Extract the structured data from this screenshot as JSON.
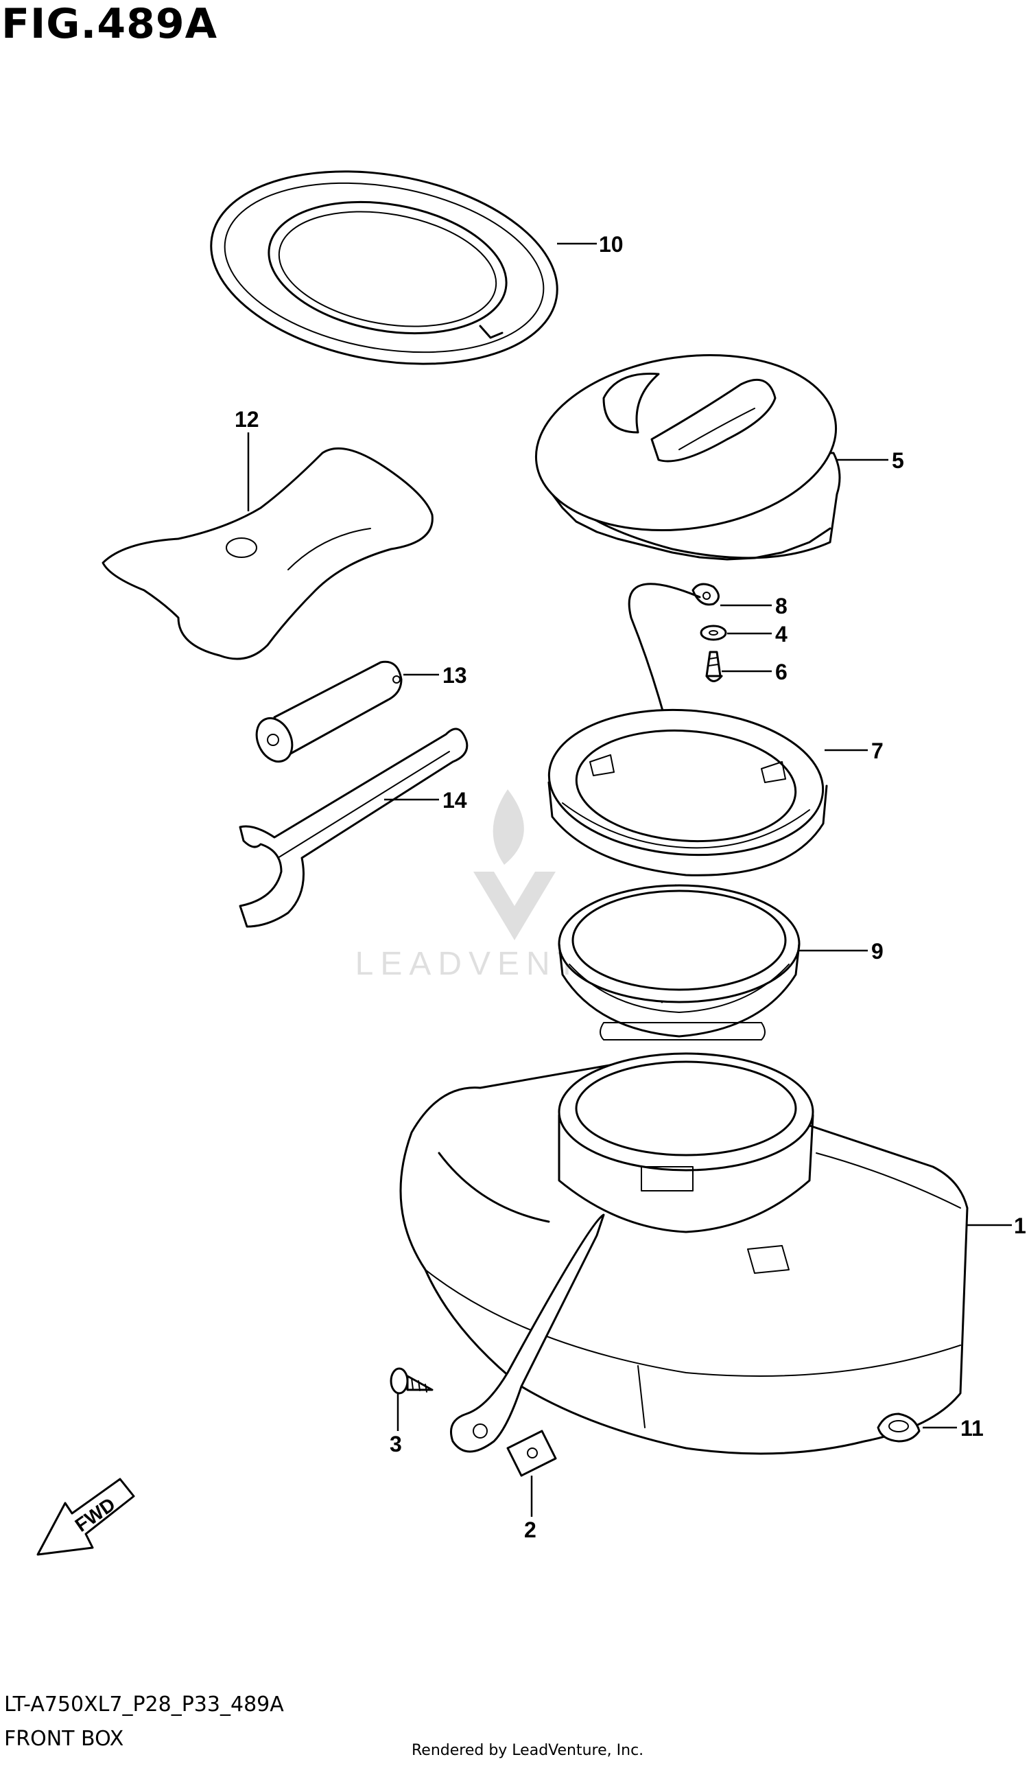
{
  "figure": {
    "title": "FIG.489A",
    "model_code": "LT-A750XL7_P28_P33_489A",
    "page_name": "FRONT BOX",
    "rendered_by": "Rendered by LeadVenture, Inc.",
    "watermark": "LEADVENTURE",
    "fwd_label": "FWD"
  },
  "callouts": [
    {
      "id": "1",
      "part": "box"
    },
    {
      "id": "2",
      "part": "clip"
    },
    {
      "id": "3",
      "part": "screw"
    },
    {
      "id": "4",
      "part": "washer"
    },
    {
      "id": "5",
      "part": "cap"
    },
    {
      "id": "6",
      "part": "screw"
    },
    {
      "id": "7",
      "part": "ring"
    },
    {
      "id": "8",
      "part": "cable end"
    },
    {
      "id": "9",
      "part": "seal ring"
    },
    {
      "id": "10",
      "part": "gasket"
    },
    {
      "id": "11",
      "part": "grommet"
    },
    {
      "id": "12",
      "part": "tool bag"
    },
    {
      "id": "13",
      "part": "holder"
    },
    {
      "id": "14",
      "part": "wrench"
    }
  ]
}
